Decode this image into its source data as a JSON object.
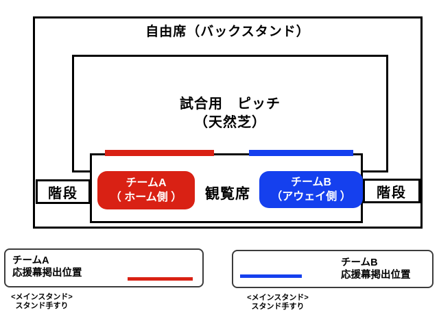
{
  "diagram": {
    "back_stand_label": "自由席（バックスタンド）",
    "pitch": {
      "line1": "試合用　ピッチ",
      "line2": "（天然芝）"
    },
    "spectator_seats_label": "観覧席",
    "stairs_label": "階段",
    "team_a_box": {
      "line1": "チームA",
      "line2": "（ ホーム側 ）"
    },
    "team_b_box": {
      "line1": "チームB",
      "line2": "（アウェイ側 ）"
    }
  },
  "legend_a": {
    "team": "チームA",
    "desc": "応援幕掲出位置",
    "note_line1": "<メインスタンド>",
    "note_line2": "スタンド手すり"
  },
  "legend_b": {
    "team": "チームB",
    "desc": "応援幕掲出位置",
    "note_line1": "<メインスタンド>",
    "note_line2": "スタンド手すり"
  },
  "colors": {
    "team_a": "#d92114",
    "team_b": "#1540ee"
  }
}
